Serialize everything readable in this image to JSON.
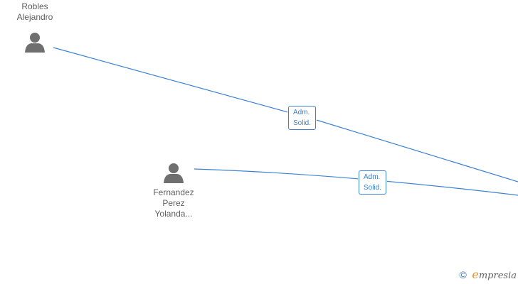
{
  "nodes": [
    {
      "id": "robles",
      "name": "Robles\nAlejandro",
      "icon": "person-icon"
    },
    {
      "id": "fernandez",
      "name": "Fernandez\nPerez\nYolanda...",
      "icon": "person-icon"
    }
  ],
  "relations": [
    {
      "from": "robles",
      "label": "Adm.\nSolid."
    },
    {
      "from": "fernandez",
      "label": "Adm.\nSolid."
    }
  ],
  "brand": {
    "copyright": "©",
    "logo_initial": "e",
    "logo_rest": "mpresia"
  },
  "colors": {
    "edge": "#3b82d4",
    "icon": "#6f6f6f",
    "text": "#5f5f5f",
    "accent": "#e8912e"
  }
}
